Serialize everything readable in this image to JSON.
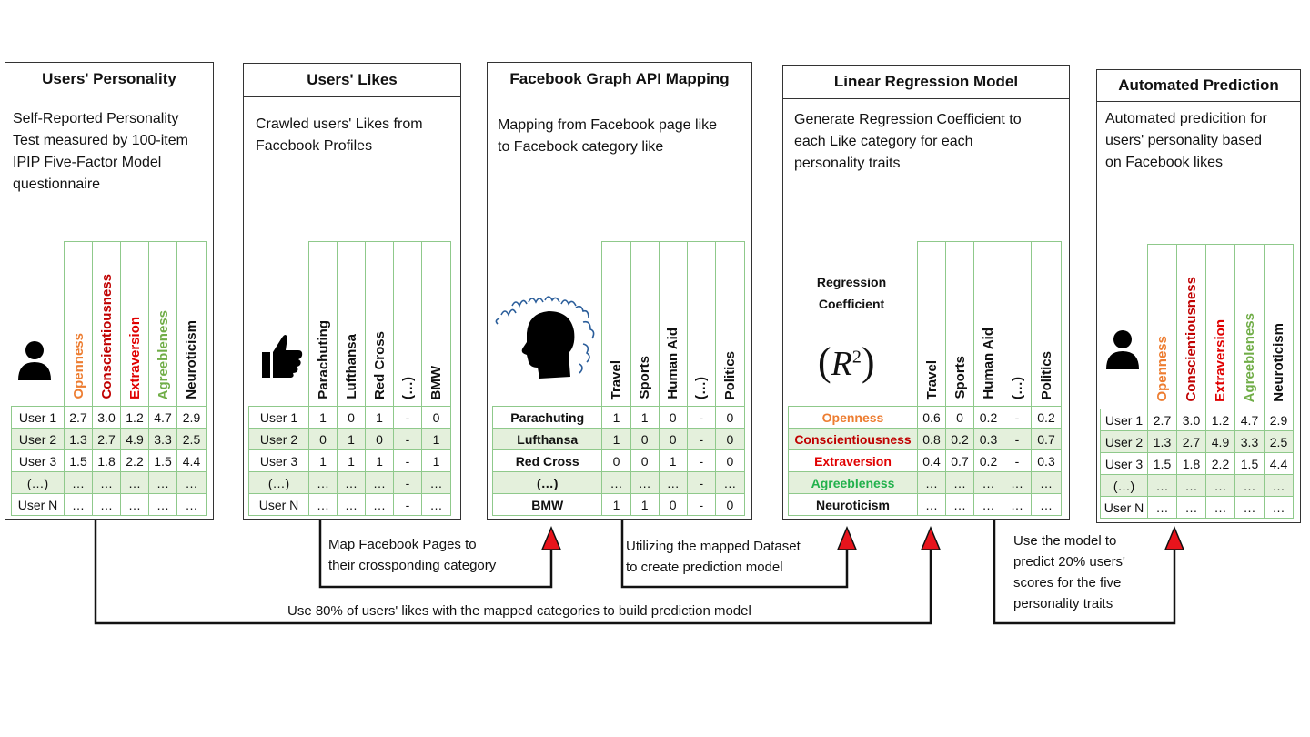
{
  "panels": {
    "personality": {
      "title": "Users' Personality",
      "desc": [
        "Self-Reported Personality",
        "Test measured by 100-item",
        "IPIP Five-Factor Model",
        "questionnaire"
      ],
      "icon": "person-icon",
      "columns": [
        "Openness",
        "Conscientiousness",
        "Extraversion",
        "Agreebleness",
        "Neuroticism"
      ],
      "rows": [
        {
          "label": "User 1",
          "cells": [
            "2.7",
            "3.0",
            "1.2",
            "4.7",
            "2.9"
          ]
        },
        {
          "label": "User 2",
          "cells": [
            "1.3",
            "2.7",
            "4.9",
            "3.3",
            "2.5"
          ]
        },
        {
          "label": "User 3",
          "cells": [
            "1.5",
            "1.8",
            "2.2",
            "1.5",
            "4.4"
          ]
        },
        {
          "label": "(…)",
          "cells": [
            "…",
            "…",
            "…",
            "…",
            "…"
          ]
        },
        {
          "label": "User N",
          "cells": [
            "…",
            "…",
            "…",
            "…",
            "…"
          ]
        }
      ]
    },
    "likes": {
      "title": "Users' Likes",
      "desc": [
        "Crawled users' Likes from",
        "Facebook Profiles"
      ],
      "icon": "thumbs-up-icon",
      "columns": [
        "Parachuting",
        "Lufthansa",
        "Red Cross",
        "(…)",
        "BMW"
      ],
      "rows": [
        {
          "label": "User 1",
          "cells": [
            "1",
            "0",
            "1",
            "-",
            "0"
          ]
        },
        {
          "label": "User 2",
          "cells": [
            "0",
            "1",
            "0",
            "-",
            "1"
          ]
        },
        {
          "label": "User 3",
          "cells": [
            "1",
            "1",
            "1",
            "-",
            "1"
          ]
        },
        {
          "label": "(…)",
          "cells": [
            "…",
            "…",
            "…",
            "-",
            "…"
          ]
        },
        {
          "label": "User N",
          "cells": [
            "…",
            "…",
            "…",
            "-",
            "…"
          ]
        }
      ]
    },
    "mapping": {
      "title": "Facebook Graph API Mapping",
      "desc": [
        "Mapping from Facebook page like",
        "to Facebook category like"
      ],
      "icon": "head-profile-icon",
      "columns": [
        "Travel",
        "Sports",
        "Human Aid",
        "(…)",
        "Politics"
      ],
      "rows": [
        {
          "label": "Parachuting",
          "cells": [
            "1",
            "1",
            "0",
            "-",
            "0"
          ]
        },
        {
          "label": "Lufthansa",
          "cells": [
            "1",
            "0",
            "0",
            "-",
            "0"
          ]
        },
        {
          "label": "Red Cross",
          "cells": [
            "0",
            "0",
            "1",
            "-",
            "0"
          ]
        },
        {
          "label": "(…)",
          "cells": [
            "…",
            "…",
            "…",
            "-",
            "…"
          ]
        },
        {
          "label": "BMW",
          "cells": [
            "1",
            "1",
            "0",
            "-",
            "0"
          ]
        }
      ]
    },
    "regression": {
      "title": "Linear Regression Model",
      "desc": [
        "Generate Regression Coefficient to",
        "each Like category for each",
        "personality traits"
      ],
      "coef_label": [
        "Regression",
        "Coefficient"
      ],
      "r2": "R",
      "r2_exp": "2",
      "columns": [
        "Travel",
        "Sports",
        "Human Aid",
        "(…)",
        "Politics"
      ],
      "rows": [
        {
          "label": "Openness",
          "cells": [
            "0.6",
            "0",
            "0.2",
            "-",
            "0.2"
          ]
        },
        {
          "label": "Conscientiousness",
          "cells": [
            "0.8",
            "0.2",
            "0.3",
            "-",
            "0.7"
          ]
        },
        {
          "label": "Extraversion",
          "cells": [
            "0.4",
            "0.7",
            "0.2",
            "-",
            "0.3"
          ]
        },
        {
          "label": "Agreebleness",
          "cells": [
            "…",
            "…",
            "…",
            "…",
            "…"
          ]
        },
        {
          "label": "Neuroticism",
          "cells": [
            "…",
            "…",
            "…",
            "…",
            "…"
          ]
        }
      ]
    },
    "prediction": {
      "title": "Automated Prediction",
      "desc": [
        "Automated predicition for",
        "users' personality based",
        "on Facebook likes"
      ],
      "icon": "person-icon",
      "columns": [
        "Openness",
        "Conscientiousness",
        "Extraversion",
        "Agreebleness",
        "Neuroticism"
      ],
      "rows": [
        {
          "label": "User 1",
          "cells": [
            "2.7",
            "3.0",
            "1.2",
            "4.7",
            "2.9"
          ]
        },
        {
          "label": "User 2",
          "cells": [
            "1.3",
            "2.7",
            "4.9",
            "3.3",
            "2.5"
          ]
        },
        {
          "label": "User 3",
          "cells": [
            "1.5",
            "1.8",
            "2.2",
            "1.5",
            "4.4"
          ]
        },
        {
          "label": "(…)",
          "cells": [
            "…",
            "…",
            "…",
            "…",
            "…"
          ]
        },
        {
          "label": "User N",
          "cells": [
            "…",
            "…",
            "…",
            "…",
            "…"
          ]
        }
      ]
    }
  },
  "captions": {
    "map": [
      "Map Facebook Pages to",
      "their crossponding category"
    ],
    "utilize": [
      "Utilizing the mapped Dataset",
      "to create prediction model"
    ],
    "use80": "Use 80% of users' likes with the mapped categories to build prediction model",
    "predict": [
      "Use the model to",
      "predict 20% users'",
      "scores for the five",
      "personality traits"
    ]
  },
  "colors": {
    "openness": "#ed7d31",
    "conscientiousness": "#c00000",
    "extraversion": "#e00000",
    "agreebleness": "#70ad47",
    "neuroticism": "#111111",
    "table_border": "#8fc98b",
    "row_stripe": "#e4f0dc",
    "arrow": "#e8141c"
  }
}
